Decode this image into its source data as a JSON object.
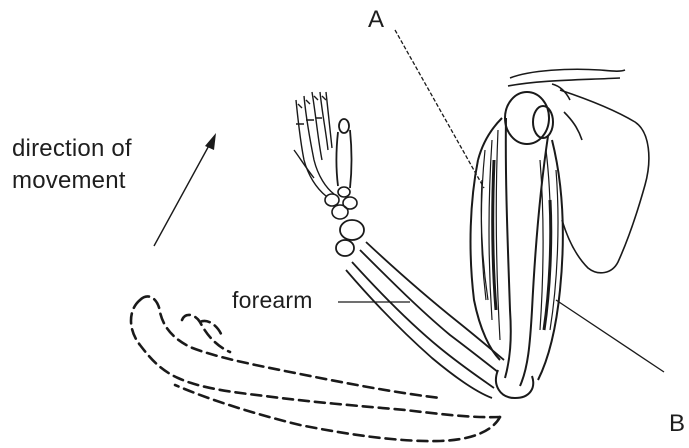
{
  "labels": {
    "direction_line1": "direction of",
    "direction_line2": "movement",
    "forearm": "forearm",
    "muscle_a": "A",
    "muscle_b": "B"
  },
  "colors": {
    "ink": "#1a1a1a",
    "background": "#ffffff"
  }
}
